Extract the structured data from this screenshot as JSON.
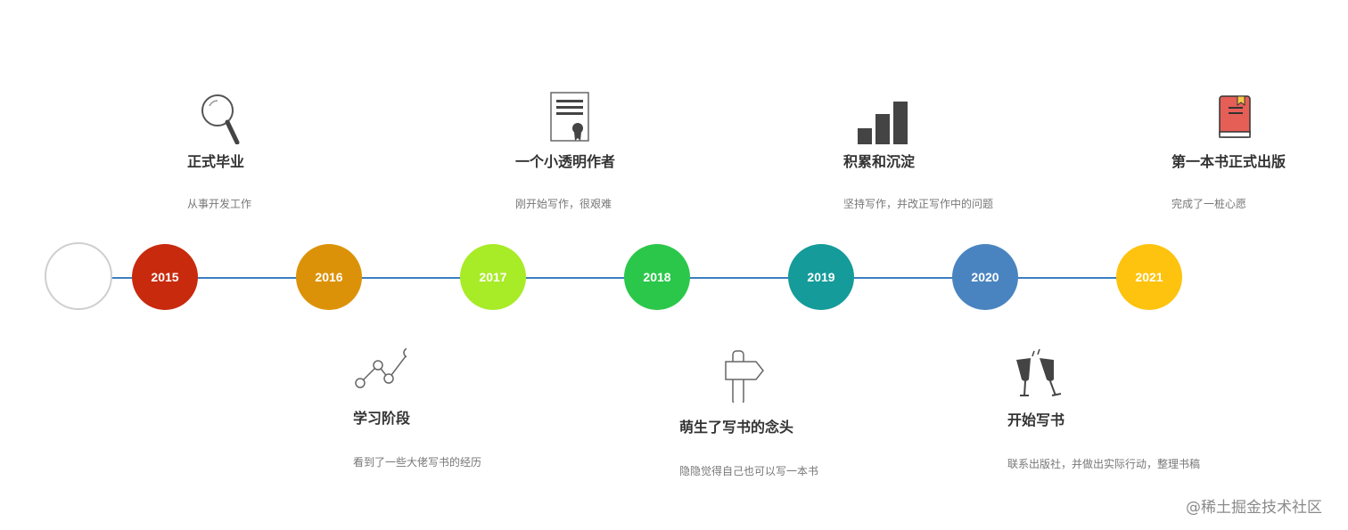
{
  "years": [
    {
      "label": "2015",
      "color": "#c82a0e"
    },
    {
      "label": "2016",
      "color": "#dc9208"
    },
    {
      "label": "2017",
      "color": "#a8eb27"
    },
    {
      "label": "2018",
      "color": "#2bc74a"
    },
    {
      "label": "2019",
      "color": "#149b9a"
    },
    {
      "label": "2020",
      "color": "#4a84c0"
    },
    {
      "label": "2021",
      "color": "#fdc30e"
    }
  ],
  "events": [
    {
      "title": "正式毕业",
      "desc": "从事开发工作",
      "icon": "magnifier-icon"
    },
    {
      "title": "学习阶段",
      "desc": "看到了一些大佬写书的经历",
      "icon": "line-chart-icon"
    },
    {
      "title": "一个小透明作者",
      "desc": "刚开始写作，很艰难",
      "icon": "certificate-icon"
    },
    {
      "title": "萌生了写书的念头",
      "desc": "隐隐觉得自己也可以写一本书",
      "icon": "signpost-icon"
    },
    {
      "title": "积累和沉淀",
      "desc": "坚持写作，并改正写作中的问题",
      "icon": "bar-chart-icon"
    },
    {
      "title": "开始写书",
      "desc": "联系出版社，并做出实际行动，整理书稿",
      "icon": "champagne-icon"
    },
    {
      "title": "第一本书正式出版",
      "desc": "完成了一桩心愿",
      "icon": "book-icon"
    }
  ],
  "watermark": "@稀土掘金技术社区"
}
